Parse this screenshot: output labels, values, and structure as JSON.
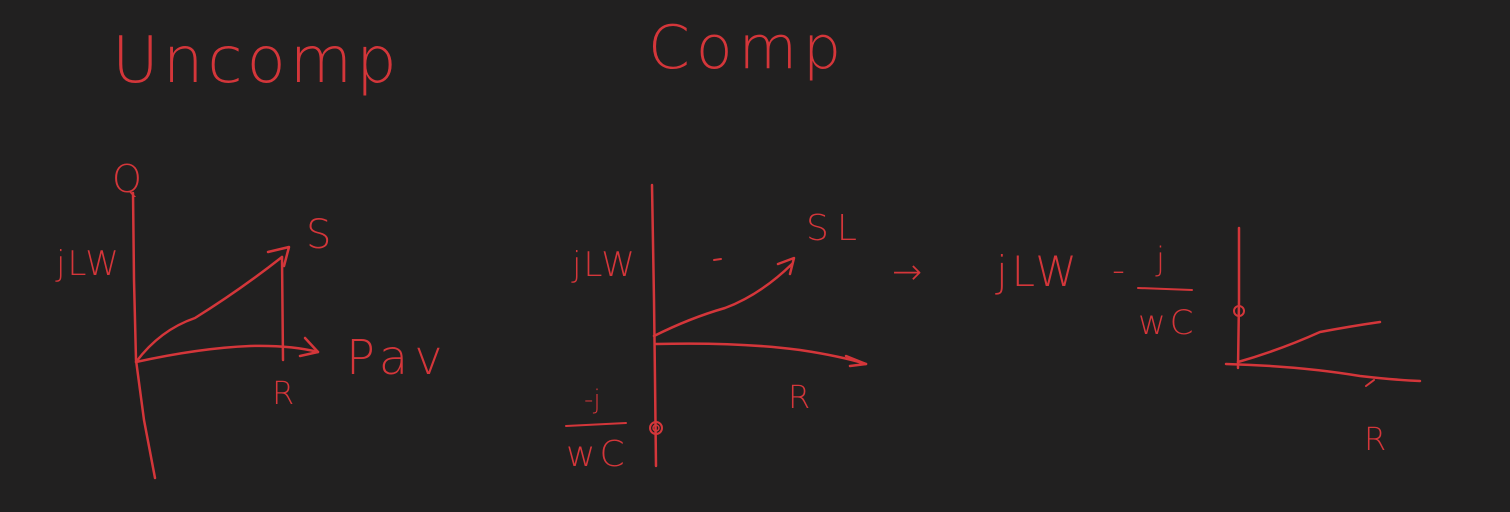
{
  "canvas": {
    "background": "#212020",
    "ink_color": "#d4363a"
  },
  "panels": {
    "uncomp": {
      "title": "Uncomp",
      "y_label": "Q",
      "x_label": "R",
      "curve_label": "S",
      "extra_label": "Pav",
      "level_label": "jLW"
    },
    "comp": {
      "title": "Comp",
      "curve_label": "SL",
      "x_label": "R",
      "level_label": "jLW",
      "offset_num": "-j",
      "offset_den": "wC",
      "arrow": "→",
      "rhs_main": "jLW",
      "rhs_minus": "-",
      "rhs_num": "j",
      "rhs_den": "wC"
    },
    "result": {
      "x_label": "R"
    }
  }
}
